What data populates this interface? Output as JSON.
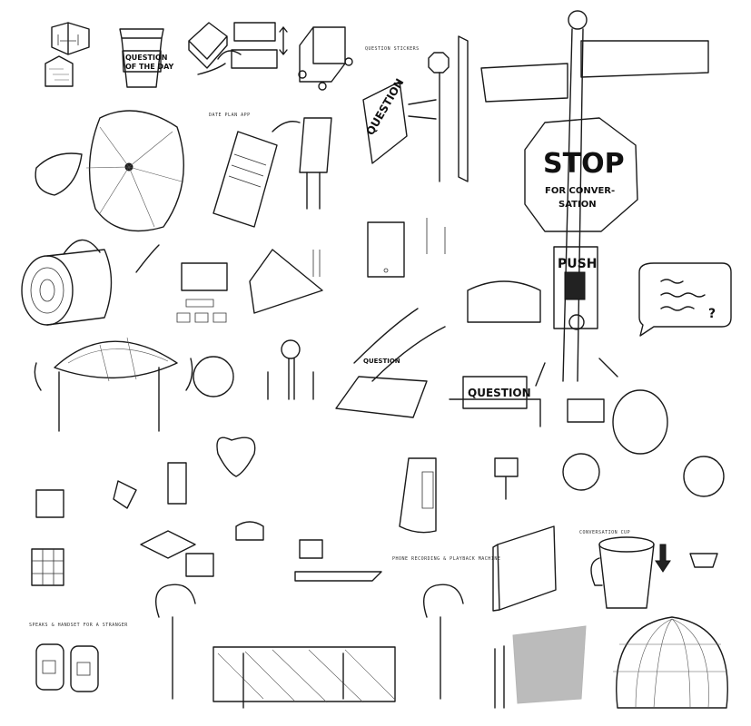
{
  "sketch_sheet": {
    "cup_sleeve_text": "QUESTION OF THE DAY",
    "cup_sleeve_line1": "QUESTION",
    "cup_sleeve_line2": "OF THE DAY",
    "date_plan_label": "DATE PLAN APP",
    "question_stickers_label": "QUESTION STICKERS",
    "question_sign_text": "QUESTION",
    "stop_sign_line1": "STOP",
    "stop_sign_line2": "FOR CONVER-",
    "stop_sign_line3": "SATION",
    "push_button_text": "PUSH",
    "billboard_text": "QUESTION",
    "path_text": "QUESTION",
    "phone_machine_label": "PHONE RECORDING & PLAYBACK MACHINE",
    "conversation_cup_label": "CONVERSATION CUP",
    "handset_label": "SPEAKS & HANDSET FOR A STRANGER",
    "speech_bubble_text": "?"
  }
}
